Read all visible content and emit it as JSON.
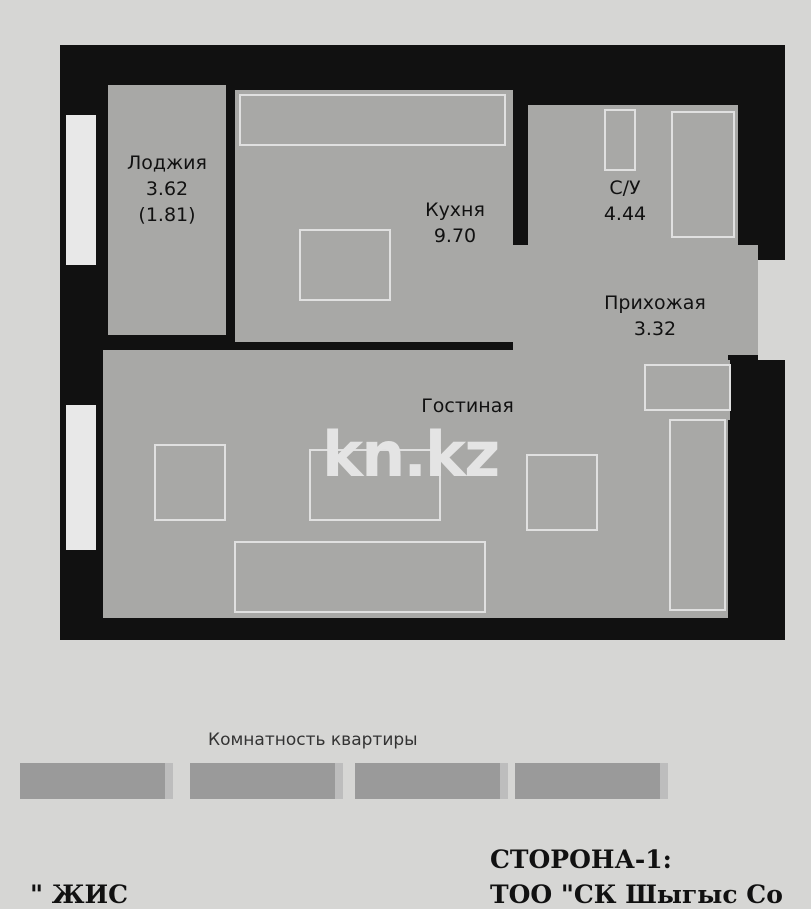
{
  "rooms": [
    {
      "name": "Лоджия",
      "area": "3.62",
      "note": "(1.81)"
    },
    {
      "name": "Кухня",
      "area": "9.70"
    },
    {
      "name": "С/У",
      "area": "4.44"
    },
    {
      "name": "Прихожая",
      "area": "3.32"
    },
    {
      "name": "Гостиная"
    }
  ],
  "watermark": "kn.kz",
  "room_count_title": "Комнатность квартиры",
  "room_count_buttons": 4,
  "document": {
    "side": "СТОРОНА-1:",
    "company": "ТОО \"СК Шыгыс Со",
    "left_fragment": "\" ЖИС"
  }
}
